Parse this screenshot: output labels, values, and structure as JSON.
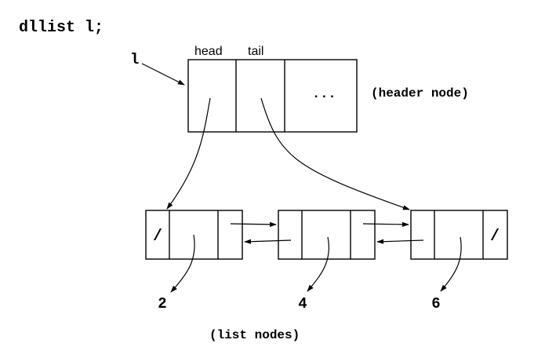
{
  "declaration": "dllist l;",
  "list_variable": "l",
  "header": {
    "field_head": "head",
    "field_tail": "tail",
    "ellipsis": "...",
    "caption": "(header node)"
  },
  "nodes": [
    {
      "prev": "/",
      "next": "",
      "value": "2"
    },
    {
      "prev": "",
      "next": "",
      "value": "4"
    },
    {
      "prev": "",
      "next": "/",
      "value": "6"
    }
  ],
  "nodes_caption": "(list nodes)",
  "colors": {
    "stroke": "#000000",
    "background": "#ffffff"
  }
}
